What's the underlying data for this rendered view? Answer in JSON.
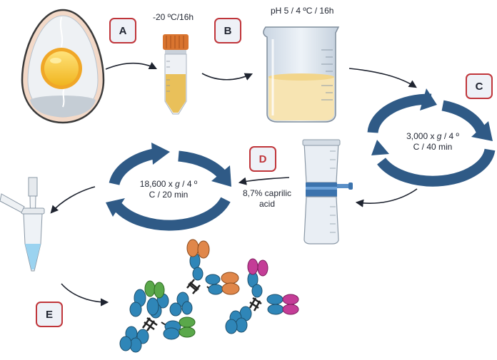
{
  "steps": {
    "a": "A",
    "b": "B",
    "c": "C",
    "d": "D",
    "e": "E"
  },
  "labels": {
    "freeze": "-20 ºC/16h",
    "ph": "pH 5 / 4 ºC / 16h",
    "caprylic_line1": "8,7% caprilic",
    "caprylic_line2": "acid"
  },
  "centrifuge_c": {
    "speed": "3,000 x ",
    "g": "g",
    "temp": " / 4 º",
    "line2": "C / 40 min"
  },
  "centrifuge_d": {
    "speed": "18,600 x ",
    "g": "g",
    "temp": " / 4 º",
    "line2": "C / 20 min"
  },
  "colors": {
    "arrow_blue": "#2f5a86",
    "box_border": "#c0353a",
    "box_fill": "#eef1f7",
    "antibody_blue": "#2f86b8",
    "fab_orange": "#e0874a",
    "fab_green": "#5aa84a",
    "fab_magenta": "#c43d97",
    "tube_orange": "#d9742f",
    "yolk": "#f6c333"
  },
  "icons": [
    "egg-icon",
    "conical-tube-icon",
    "beaker-icon",
    "filter-unit-icon",
    "pipette-tube-icon",
    "antibody-icon"
  ]
}
